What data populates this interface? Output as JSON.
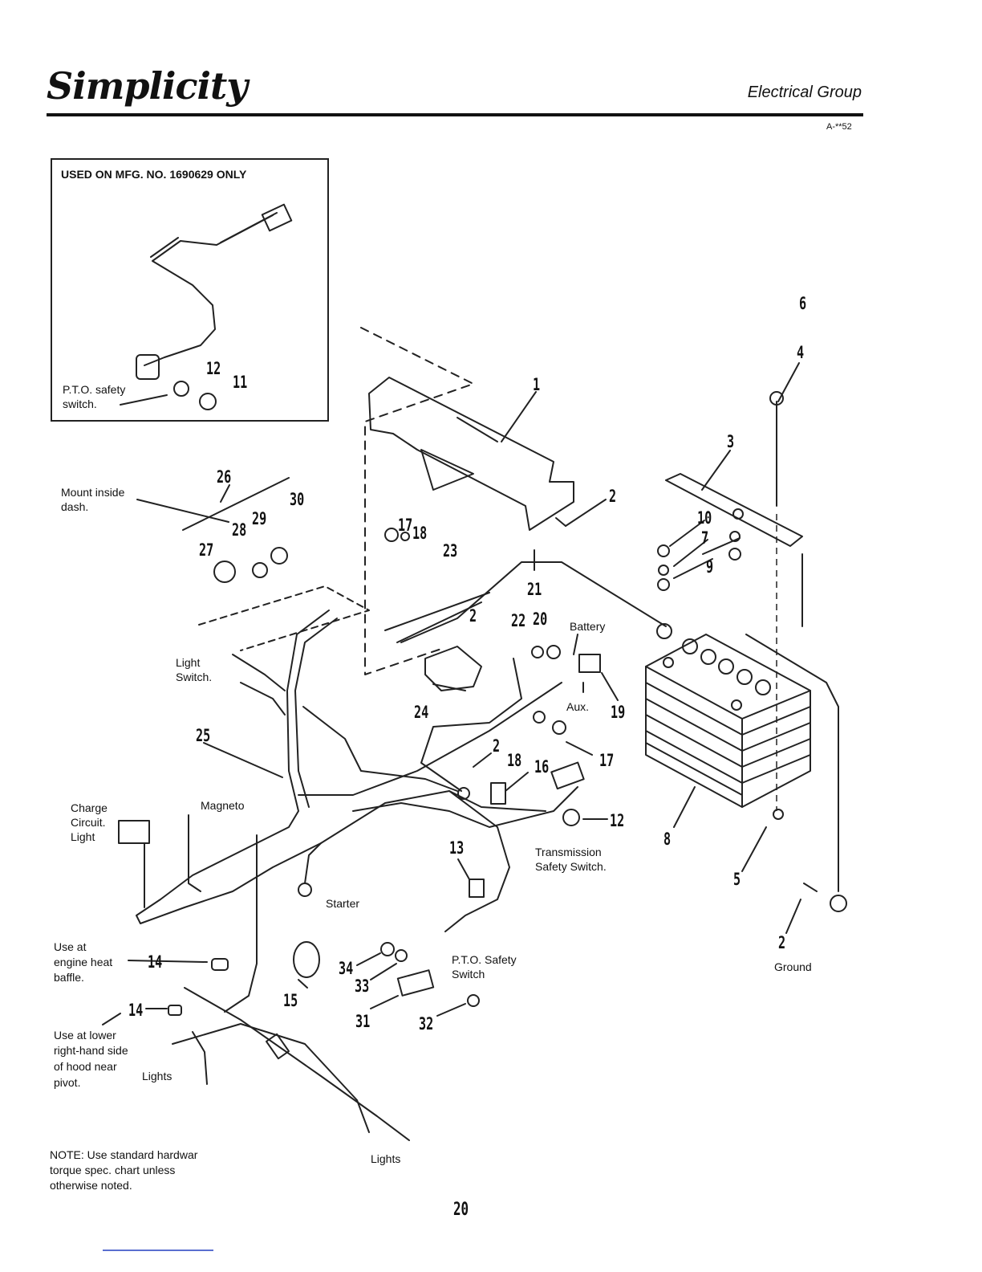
{
  "header": {
    "brand": "Simplicity",
    "section": "Electrical Group",
    "code": "A-**52"
  },
  "inset": {
    "title": "USED ON MFG. NO. 1690629 ONLY",
    "label": "P.T.O. safety switch.",
    "label_line1": "P.T.O. safety",
    "label_line2": "switch.",
    "parts": [
      "12",
      "11"
    ]
  },
  "labels": {
    "mount_dash_1": "Mount inside",
    "mount_dash_2": "dash.",
    "light_switch_1": "Light",
    "light_switch_2": "Switch.",
    "battery": "Battery",
    "aux": "Aux.",
    "charge_1": "Charge",
    "charge_2": "Circuit.",
    "charge_3": "Light",
    "magneto": "Magneto",
    "transmission_1": "Transmission",
    "transmission_2": "Safety Switch.",
    "starter": "Starter",
    "use_at_1": "Use at",
    "use_at_2": "engine heat",
    "use_at_3": "baffle.",
    "lower_1": "Use at lower",
    "lower_2": "right-hand side",
    "lower_3": "of hood near",
    "lower_4": "pivot.",
    "lights_left": "Lights",
    "lights_bottom": "Lights",
    "pto_1": "P.T.O. Safety",
    "pto_2": "Switch",
    "ground": "Ground"
  },
  "note": {
    "line1": "NOTE: Use standard hardwar",
    "line2": "torque spec. chart unless",
    "line3": "otherwise noted."
  },
  "page_number": "20",
  "part_numbers": {
    "p1": "1",
    "p2a": "2",
    "p3": "3",
    "p4": "4",
    "p6": "6",
    "p10": "10",
    "p7": "7",
    "p9": "9",
    "p26": "26",
    "p30": "30",
    "p29": "29",
    "p28": "28",
    "p27": "27",
    "p17a": "17",
    "p18a": "18",
    "p23": "23",
    "p21": "21",
    "p2b": "2",
    "p22": "22",
    "p20": "20",
    "p19": "19",
    "p24": "24",
    "p25": "25",
    "p2c": "2",
    "p18b": "18",
    "p17b": "17",
    "p16": "16",
    "p12": "12",
    "p8": "8",
    "p5": "5",
    "p2d": "2",
    "p13": "13",
    "p14a": "14",
    "p14b": "14",
    "p15": "15",
    "p34": "34",
    "p33": "33",
    "p31": "31",
    "p32": "32"
  }
}
